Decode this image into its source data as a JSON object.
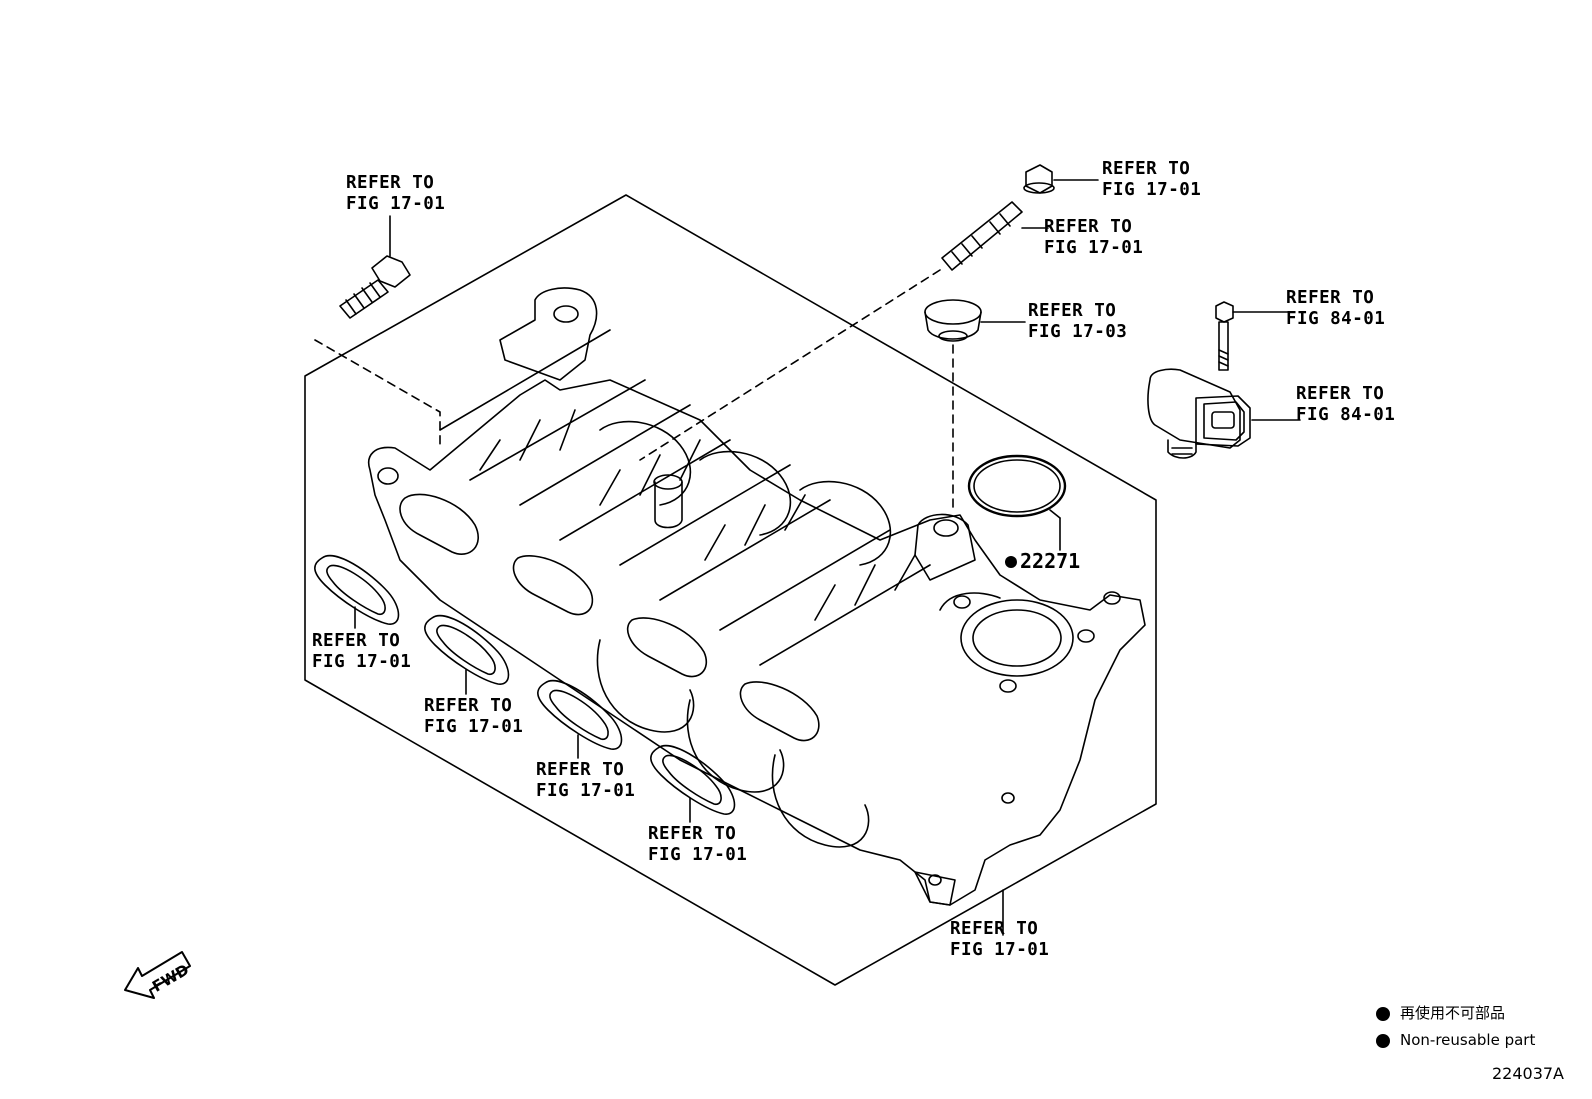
{
  "callouts": [
    {
      "line1": "REFER TO",
      "line2": "FIG 17-01"
    },
    {
      "line1": "REFER TO",
      "line2": "FIG 17-01"
    },
    {
      "line1": "REFER TO",
      "line2": "FIG 17-01"
    },
    {
      "line1": "REFER TO",
      "line2": "FIG 17-03"
    },
    {
      "line1": "REFER TO",
      "line2": "FIG 84-01"
    },
    {
      "line1": "REFER TO",
      "line2": "FIG 84-01"
    },
    {
      "line1": "REFER TO",
      "line2": "FIG 17-01"
    },
    {
      "line1": "REFER TO",
      "line2": "FIG 17-01"
    },
    {
      "line1": "REFER TO",
      "line2": "FIG 17-01"
    },
    {
      "line1": "REFER TO",
      "line2": "FIG 17-01"
    },
    {
      "line1": "REFER TO",
      "line2": "FIG 17-01"
    }
  ],
  "part_number": "22271",
  "fwd_label": "FWD",
  "legend": {
    "jp": "再使用不可部品",
    "en": "Non-reusable part"
  },
  "diagram_code": "224037A"
}
